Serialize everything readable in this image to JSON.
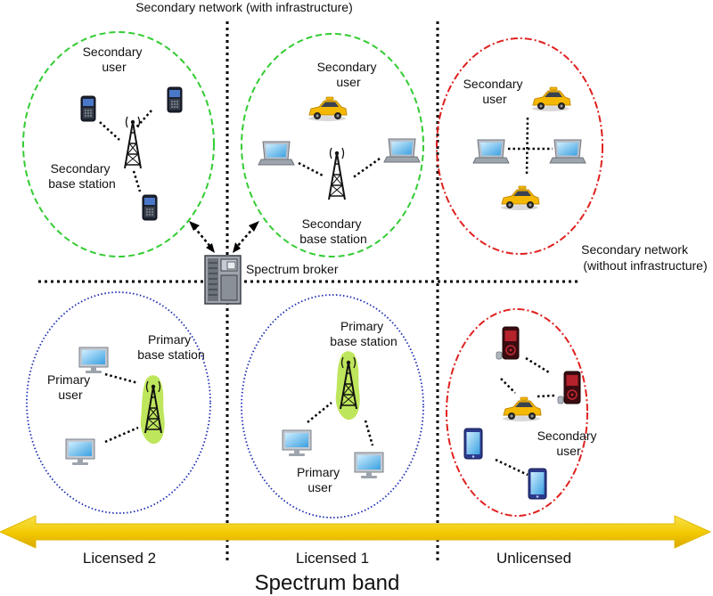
{
  "title": "Secondary network (with infrastructure)",
  "labels": {
    "su_tl": [
      "Secondary",
      "user"
    ],
    "sbs_tl": [
      "Secondary",
      "base station"
    ],
    "su_tc": [
      "Secondary",
      "user"
    ],
    "sbs_tc": [
      "Secondary",
      "base station"
    ],
    "su_tr": [
      "Secondary",
      "user"
    ],
    "sn_without": [
      "Secondary network",
      "(without infrastructure)"
    ],
    "broker": "Spectrum broker",
    "pu_bl": [
      "Primary",
      "user"
    ],
    "pbs_bl": [
      "Primary",
      "base station"
    ],
    "pbs_bc": [
      "Primary",
      "base station"
    ],
    "pu_bc": [
      "Primary",
      "user"
    ],
    "su_br": [
      "Secondary",
      "user"
    ]
  },
  "bands": [
    "Licensed 2",
    "Licensed 1",
    "Unlicensed"
  ],
  "axis_label": "Spectrum band",
  "colors": {
    "green": "#33cc33",
    "red": "#e0201e",
    "blue": "#1a2bb0",
    "arrow": "#f2d21a",
    "car": "#f5b800",
    "tower_bg": "#b7e34a"
  }
}
